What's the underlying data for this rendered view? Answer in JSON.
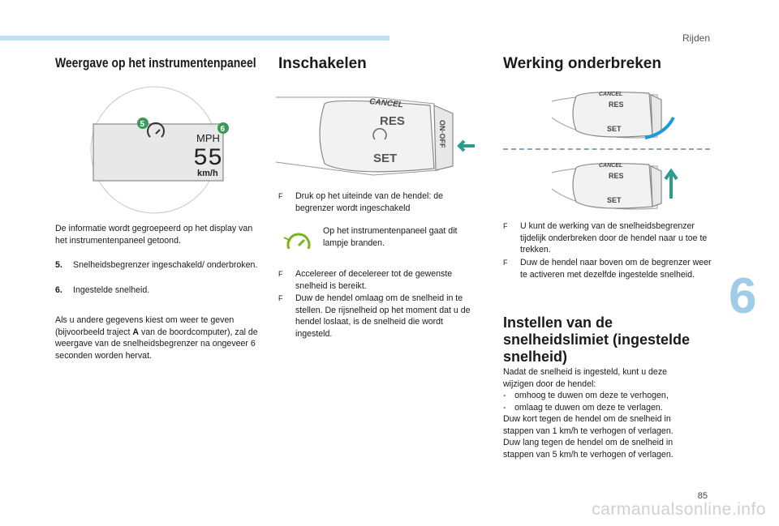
{
  "header": {
    "section": "Rijden",
    "chapter_number": "6",
    "page_number": "85"
  },
  "col1": {
    "heading": "Weergave op het instrumentenpaneel",
    "display": {
      "unit_top": "MPH",
      "speed": "55",
      "unit_bottom": "km/h",
      "callout_a": "5",
      "callout_b": "6"
    },
    "intro": "De informatie wordt gegroepeerd op het display van het instrumentenpaneel getoond.",
    "items": [
      {
        "num": "5.",
        "text": "Snelheidsbegrenzer ingeschakeld/ onderbroken."
      },
      {
        "num": "6.",
        "text": "Ingestelde snelheid."
      }
    ],
    "note_parts": [
      "Als u andere gegevens kiest om weer te geven (bijvoorbeeld traject ",
      "A",
      " van de boordcomputer), zal de weergave van de snelheidsbegrenzer na ongeveer 6 seconden worden hervat."
    ]
  },
  "col2": {
    "heading": "Inschakelen",
    "lever": {
      "cancel": "CANCEL",
      "res": "RES",
      "set": "SET",
      "onoff": "ON·OFF"
    },
    "bullet1": "Druk op het uiteinde van de hendel: de begrenzer wordt ingeschakeld",
    "lamp_text": "Op het instrumentenpaneel gaat dit lampje branden.",
    "bullet2": "Accelereer of decelereer tot de gewenste snelheid is bereikt.",
    "bullet3": "Duw de hendel omlaag om de snelheid in te stellen. De rijsnelheid op het moment dat u de hendel loslaat, is de snelheid die wordt ingesteld."
  },
  "col3": {
    "heading": "Werking onderbreken",
    "bullet1": "U kunt de werking van de snelheidsbegrenzer tijdelijk onderbreken door de hendel naar u toe te trekken.",
    "bullet2": "Duw de hendel naar boven om de begrenzer weer te activeren met dezelfde ingestelde snelheid.",
    "heading2": "Instellen van de snelheidslimiet (ingestelde snelheid)",
    "para_lines": [
      "Nadat de snelheid is ingesteld, kunt u deze",
      "wijzigen door de hendel:",
      "- omhoog te duwen om deze te verhogen,",
      "- omlaag te duwen om deze te verlagen.",
      "Duw kort tegen de hendel om de snelheid in",
      "stappen van 1 km/h te verhogen of verlagen.",
      "Duw lang tegen de hendel om de snelheid in",
      "stappen van 5 km/h te verhogen of verlagen."
    ]
  },
  "bullet_mark": "F",
  "watermark": "carmanualsonline.info",
  "colors": {
    "accent_blue": "#1a9ad6",
    "arrow_green": "#2a9d8f",
    "callout_green": "#3a9a5a",
    "lamp_green": "#7ab51d"
  }
}
